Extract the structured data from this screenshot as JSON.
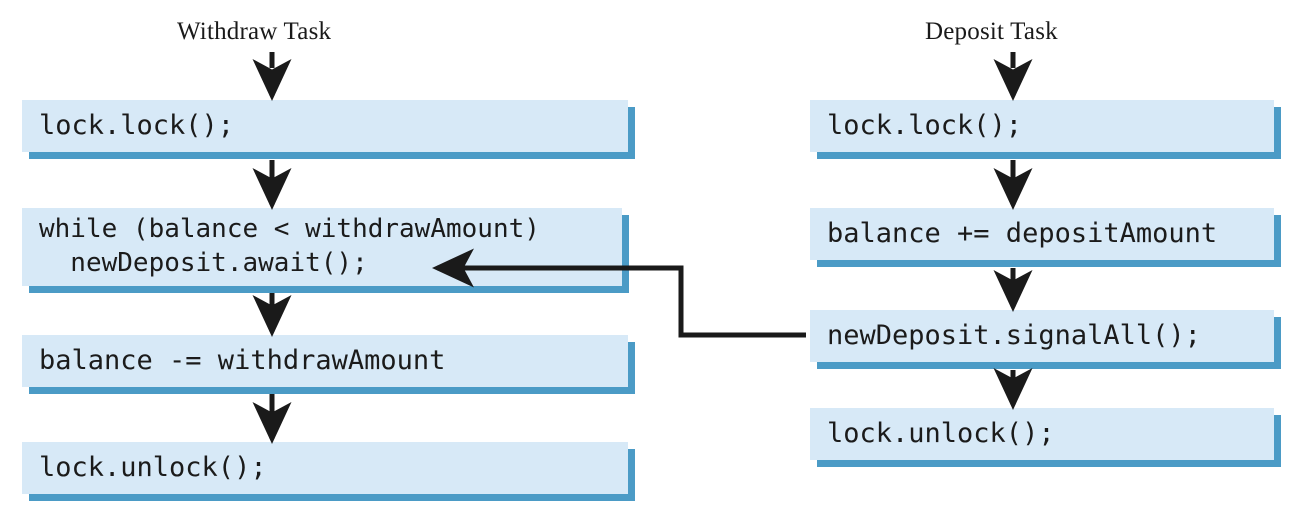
{
  "diagram": {
    "title_left": "Withdraw Task",
    "title_right": "Deposit Task",
    "colors": {
      "box_fill": "#d7e9f7",
      "box_shadow": "#4b9bc6",
      "arrow": "#1a1a1a",
      "text": "#1b1b1b",
      "background": "#ffffff"
    }
  },
  "withdraw_task": {
    "label": "Withdraw Task",
    "steps": [
      {
        "id": "w-lock",
        "line1": "lock.lock();",
        "line2": ""
      },
      {
        "id": "w-while",
        "line1": "while (balance < withdrawAmount)",
        "line2": "  newDeposit.await();"
      },
      {
        "id": "w-subtract",
        "line1": "balance -= withdrawAmount",
        "line2": ""
      },
      {
        "id": "w-unlock",
        "line1": "lock.unlock();",
        "line2": ""
      }
    ]
  },
  "deposit_task": {
    "label": "Deposit Task",
    "steps": [
      {
        "id": "d-lock",
        "line1": "lock.lock();",
        "line2": ""
      },
      {
        "id": "d-add",
        "line1": "balance += depositAmount",
        "line2": ""
      },
      {
        "id": "d-signal",
        "line1": "newDeposit.signalAll();",
        "line2": ""
      },
      {
        "id": "d-unlock",
        "line1": "lock.unlock();",
        "line2": ""
      }
    ]
  },
  "connectors": {
    "entry_left": "dashed-down-arrow-into-withdraw-lock",
    "entry_right": "dashed-down-arrow-into-deposit-lock",
    "signal_to_await": "newDeposit.signalAll() notifies newDeposit.await()"
  }
}
